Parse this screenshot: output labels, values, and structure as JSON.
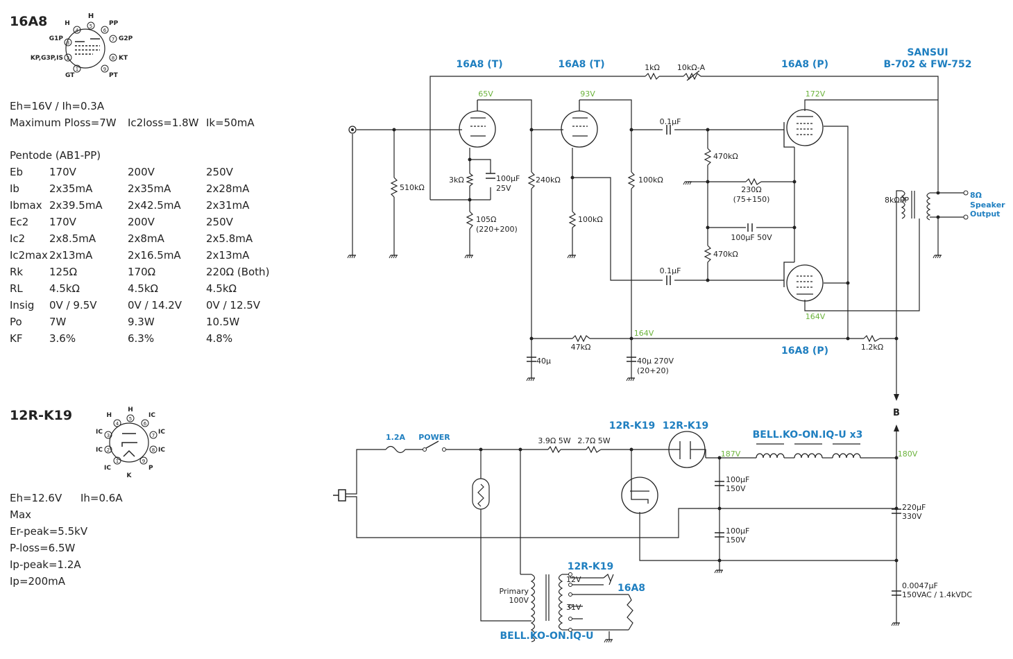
{
  "tube16a8": {
    "title": "16A8",
    "pins": {
      "h_top": "H",
      "p5": "5",
      "pp": "PP",
      "h_left": "H",
      "p4": "4",
      "p6": "6",
      "g1p": "G1P",
      "p3": "3",
      "p7": "7",
      "g2p": "G2P",
      "kp": "KP,G3P,IS",
      "p2": "2",
      "p8": "8",
      "kt": "KT",
      "gt": "GT",
      "p1": "1",
      "p9": "9",
      "pt": "PT"
    },
    "heater": "Eh=16V / Ih=0.3A",
    "limits": {
      "ploss": "Maximum Ploss=7W",
      "ic2loss": "Ic2loss=1.8W",
      "ik": "Ik=50mA"
    },
    "mode": "Pentode (AB1-PP)",
    "table": [
      [
        "Eb",
        "170V",
        "200V",
        "250V"
      ],
      [
        "Ib",
        "2x35mA",
        "2x35mA",
        "2x28mA"
      ],
      [
        "Ibmax",
        "2x39.5mA",
        "2x42.5mA",
        "2x31mA"
      ],
      [
        "Ec2",
        "170V",
        "200V",
        "250V"
      ],
      [
        "Ic2",
        "2x8.5mA",
        "2x8mA",
        "2x5.8mA"
      ],
      [
        "Ic2max",
        "2x13mA",
        "2x16.5mA",
        "2x13mA"
      ],
      [
        "Rk",
        "125Ω",
        "170Ω",
        "220Ω (Both)"
      ],
      [
        "RL",
        "4.5kΩ",
        "4.5kΩ",
        "4.5kΩ"
      ],
      [
        "Insig",
        "0V / 9.5V",
        "0V / 14.2V",
        "0V / 12.5V"
      ],
      [
        "Po",
        "7W",
        "9.3W",
        "10.5W"
      ],
      [
        "KF",
        "3.6%",
        "6.3%",
        "4.8%"
      ]
    ]
  },
  "tube12rk19": {
    "title": "12R-K19",
    "pins": {
      "h_top": "H",
      "p5": "5",
      "ic_tr": "IC",
      "h_left": "H",
      "p4": "4",
      "p6": "6",
      "ic_l1": "IC",
      "p3": "3",
      "p7": "7",
      "ic_r1": "IC",
      "ic_l2": "IC",
      "p2": "2",
      "p8": "8",
      "ic_r2": "IC",
      "ic_bl": "IC",
      "p1": "1",
      "p9": "9",
      "p_br": "P",
      "k": "K"
    },
    "heater_e": "Eh=12.6V",
    "heater_i": "Ih=0.6A",
    "max_lines": [
      "Max",
      "Er-peak=5.5kV",
      "P-loss=6.5W",
      "Ip-peak=1.2A",
      "Ip=200mA"
    ]
  },
  "amp": {
    "v1": "16A8 (T)",
    "v2": "16A8 (T)",
    "v3": "16A8 (P)",
    "v4": "16A8 (P)",
    "sansui1": "SANSUI",
    "sansui2": "B-702 & FW-752",
    "v_65": "65V",
    "v_93": "93V",
    "v_172": "172V",
    "v_164a": "164V",
    "v_164b": "164V",
    "r_fb": "1kΩ",
    "r_vol": "10kΩ-A",
    "c_01a": "0.1μF",
    "c_01b": "0.1μF",
    "r_510k": "510kΩ",
    "r_3k": "3kΩ",
    "c_100u": "100μF",
    "c_25v": "25V",
    "r_105": "105Ω",
    "r_105b": "(220+200)",
    "r_240k": "240kΩ",
    "r_100k_a": "100kΩ",
    "r_100k_b": "100kΩ",
    "r_470k_a": "470kΩ",
    "r_470k_b": "470kΩ",
    "r_230": "230Ω",
    "r_230b": "(75+150)",
    "c_100u50": "100μF 50V",
    "opt": "8kΩPP",
    "out1": "8Ω",
    "out2": "Speaker",
    "out3": "Output",
    "r_47k": "47kΩ",
    "c_40": "40μ",
    "c_40b": "40μ 270V",
    "c_40c": "(20+20)",
    "r_12k": "1.2kΩ",
    "b_label": "B"
  },
  "psu": {
    "fuse": "1.2A",
    "power": "POWER",
    "r_39": "3.9Ω 5W",
    "r_27": "2.7Ω 5W",
    "rect1": "12R-K19",
    "rect2": "12R-K19",
    "v_187": "187V",
    "v_180": "180V",
    "choke": "BELL.KO-ON.IQ-U x3",
    "c1": "100μF",
    "c1v": "150V",
    "c2": "100μF",
    "c2v": "150V",
    "c3": "220μF",
    "c3v": "330V",
    "c4": "0.0047μF",
    "c4v": "150VAC / 1.4kVDC",
    "primary": "Primary",
    "primary_v": "100V",
    "sec_12": "12V",
    "sec_31": "31V",
    "tube_12": "12R-K19",
    "tube_16": "16A8",
    "pt": "BELL.KO-ON.IQ-U"
  },
  "colors": {
    "blue": "#1f7fc0",
    "green": "#6ab23a",
    "line": "#222222"
  }
}
